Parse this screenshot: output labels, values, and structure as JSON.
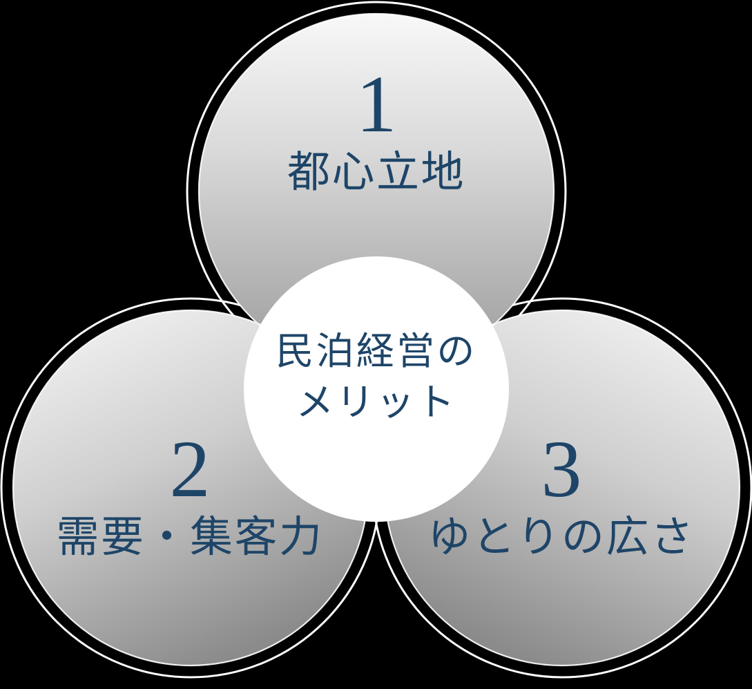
{
  "diagram": {
    "type": "venn-three-circle",
    "background_color": "#000000",
    "accent_text_color": "#1e4568",
    "ring_color": "#ffffff",
    "hub_fill_color": "#ffffff",
    "lobe_gradient_from": "#f7f7f7",
    "lobe_gradient_to": "#8b8b8b",
    "center": {
      "line1": "民泊経営の",
      "line2": "メリット"
    },
    "lobes": [
      {
        "number": "1",
        "label": "都心立地",
        "position": "top"
      },
      {
        "number": "2",
        "label": "需要・集客力",
        "position": "bottom-left"
      },
      {
        "number": "3",
        "label": "ゆとりの広さ",
        "position": "bottom-right"
      }
    ]
  }
}
